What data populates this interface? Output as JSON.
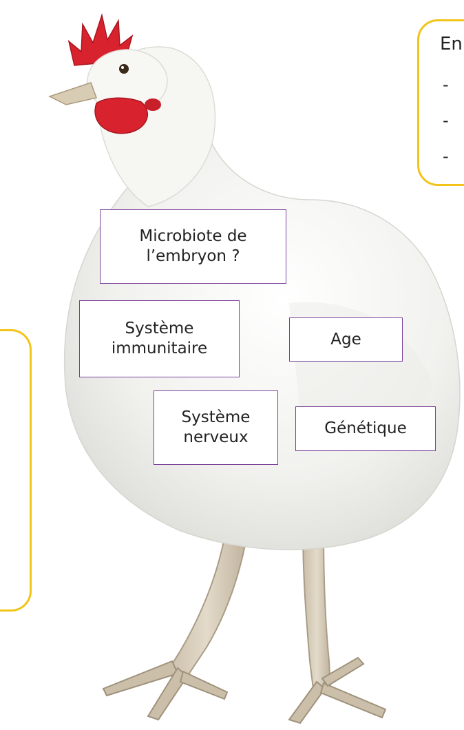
{
  "factors": {
    "embryo_microbiota": "Microbiote de\nl’embryon ?",
    "immune_system": "Système\nimmunitaire",
    "age": "Age",
    "nervous_system": "Système\nnerveux",
    "genetics": "Génétique"
  },
  "callout_top": {
    "title": "En",
    "bullets": [
      "-",
      "-",
      "-"
    ]
  },
  "colors": {
    "box_border": "#7a3f9a",
    "callout_border": "#f2c418",
    "comb": "#d8232e",
    "feathers": "#f4f4f1",
    "legs": "#d9cfbf"
  },
  "illustration": "white-chicken-photo"
}
